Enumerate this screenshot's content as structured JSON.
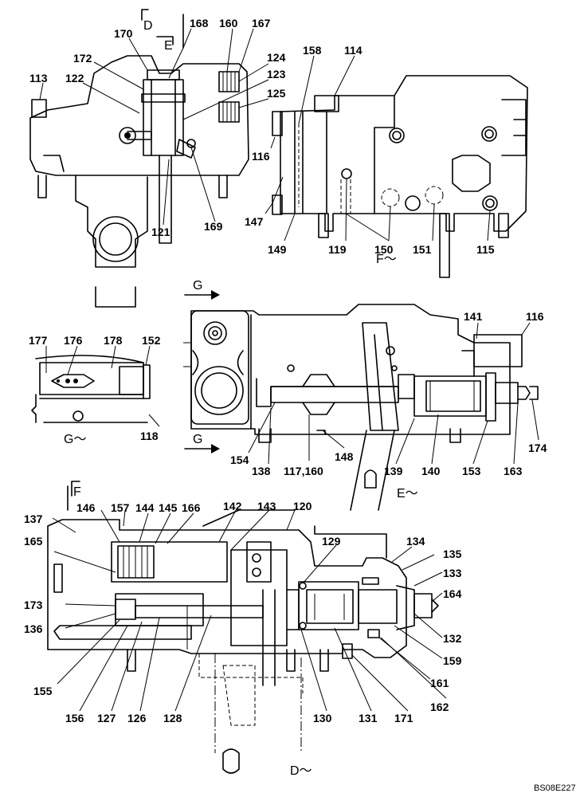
{
  "section_marks": {
    "D": "D",
    "E": "E",
    "F": "F",
    "G_top": "G",
    "G_bottom": "G"
  },
  "view_titles": {
    "F": "F～",
    "G": "G～",
    "E": "E～",
    "D": "D～"
  },
  "drawing_code": "BS08E227",
  "part_numbers": {
    "top_left": [
      "113",
      "122",
      "172",
      "170",
      "168",
      "160",
      "167",
      "124",
      "123",
      "125",
      "169",
      "121"
    ],
    "top_right": [
      "158",
      "114",
      "116",
      "147",
      "149",
      "119",
      "150",
      "151",
      "115"
    ],
    "middle_left": [
      "177",
      "176",
      "178",
      "152",
      "118"
    ],
    "middle_right": [
      "141",
      "116",
      "154",
      "138",
      "117,160",
      "148",
      "139",
      "140",
      "153",
      "163",
      "174"
    ],
    "bottom": [
      "137",
      "146",
      "157",
      "144",
      "145",
      "166",
      "142",
      "143",
      "120",
      "165",
      "129",
      "134",
      "135",
      "133",
      "164",
      "173",
      "136",
      "132",
      "159",
      "161",
      "155",
      "156",
      "127",
      "126",
      "128",
      "130",
      "131",
      "171",
      "162"
    ]
  }
}
